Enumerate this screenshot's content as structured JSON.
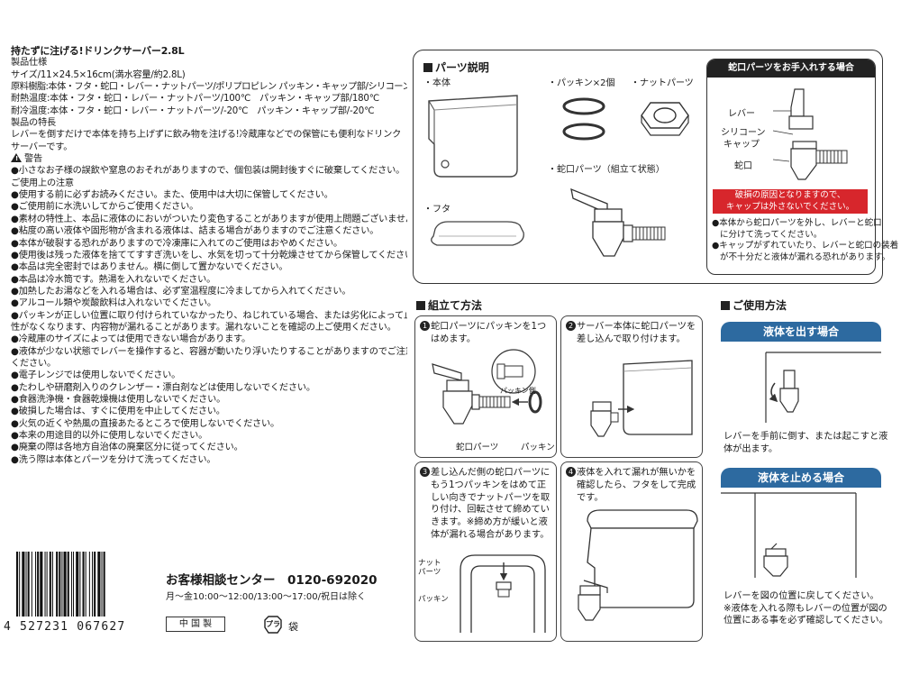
{
  "left": {
    "title": "持たずに注げる!ドリンクサーバー2.8L",
    "spec_head": "製品仕様",
    "size": "サイズ/11×24.5×16cm(満水容量/約2.8L)",
    "materials": "原料樹脂:本体・フタ・蛇口・レバー・ナットパーツ/ポリプロピレン パッキン・キャップ部/シリコーンゴム・ステンレス",
    "heat": "耐熱温度:本体・フタ・蛇口・レバー・ナットパーツ/100℃　パッキン・キャップ部/180℃",
    "cold": "耐冷温度:本体・フタ・蛇口・レバー・ナットパーツ/-20℃　パッキン・キャップ部/-20℃",
    "feature_head": "製品の特長",
    "feature_1": "レバーを倒すだけで本体を持ち上げずに飲み物を注げる!冷蔵庫などでの保管にも便利なドリンク",
    "feature_2": "サーバーです。",
    "warning_head": "警告",
    "warning_1": "●小さなお子様の誤飲や窒息のおそれがありますので、個包装は開封後すぐに破棄してください。",
    "caution_head": "ご使用上の注意",
    "notes": [
      "●使用する前に必ずお読みください。また、使用中は大切に保管してください。",
      "●ご使用前に水洗いしてからご使用ください。",
      "●素材の特性上、本品に液体のにおいがついたり変色することがありますが使用上問題ございません。",
      "●粘度の高い液体や固形物が含まれる液体は、詰まる場合がありますのでご注意ください。",
      "●本体が破裂する恐れがありますので冷凍庫に入れてのご使用はおやめください。",
      "●使用後は残った液体を捨ててすすぎ洗いをし、水気を切って十分乾燥させてから保管してください。",
      "●本品は完全密封ではありません。横に倒して置かないでください。",
      "●本品は冷水筒です。熱湯を入れないでください。",
      "●加熱したお湯などを入れる場合は、必ず室温程度に冷ましてから入れてください。",
      "●アルコール類や炭酸飲料は入れないでください。",
      "●パッキンが正しい位置に取り付けられていなかったり、ねじれている場合、または劣化によって止水",
      "性がなくなります、内容物が漏れることがあります。漏れないことを確認の上ご使用ください。",
      "●冷蔵庫のサイズによっては使用できない場合があります。",
      "●液体が少ない状態でレバーを操作すると、容器が動いたり浮いたりすることがありますのでご注意",
      "ください。",
      "●電子レンジでは使用しないでください。",
      "●たわしや研磨剤入りのクレンザー・漂白剤などは使用しないでください。",
      "●食器洗浄機・食器乾燥機は使用しないでください。",
      "●破損した場合は、すぐに使用を中止してください。",
      "●火気の近くや熱風の直接あたるところで使用しないでください。",
      "●本来の用途目的以外に使用しないでください。",
      "●廃棄の際は各地方自治体の廃棄区分に従ってください。",
      "●洗う際は本体とパーツを分けて洗ってください。"
    ]
  },
  "bottom": {
    "barcode_number": "4 527231 067627",
    "customer_center": "お客様相談センター　0120-692020",
    "hours": "月～金10:00～12:00/13:00～17:00/祝日は除く",
    "origin": "中 国 製",
    "recycle_mark": "プラ",
    "recycle_item": "袋"
  },
  "parts": {
    "head": "パーツ説明",
    "body": "・本体",
    "lid": "・フタ",
    "packing": "・パッキン×2個",
    "nut": "・ナットパーツ",
    "faucet": "・蛇口パーツ（組立て状態）"
  },
  "maintenance": {
    "title": "蛇口パーツをお手入れする場合",
    "lever": "レバー",
    "cap_1": "シリコーン",
    "cap_2": "キャップ",
    "faucet": "蛇口",
    "red_1": "破損の原因となりますので、",
    "red_2": "キャップは外さないでください。",
    "note_1a": "●本体から蛇口パーツを外し、レバーと蛇口",
    "note_1b": "に分けて洗ってください。",
    "note_2a": "●キャップがずれていたり、レバーと蛇口の装着",
    "note_2b": "が不十分だと液体が漏れる恐れがあります。"
  },
  "assembly": {
    "head": "組立て方法",
    "s1_num": "1",
    "s1_a": "蛇口パーツにパッキンを1つ",
    "s1_b": "はめます。",
    "s1_zoom": "パッキン側",
    "s1_faucet": "蛇口パーツ",
    "s1_packing": "パッキン",
    "s2_num": "2",
    "s2_a": "サーバー本体に蛇口パーツを",
    "s2_b": "差し込んで取り付けます。",
    "s3_num": "3",
    "s3_lines": [
      "差し込んだ側の蛇口パーツに",
      "もう1つパッキンをはめて正",
      "しい向きでナットパーツを取",
      "り付け、回転させて締めてい",
      "きます。※締め方が緩いと液",
      "体が漏れる場合があります。"
    ],
    "s3_nut_1": "ナット",
    "s3_nut_2": "パーツ",
    "s3_packing": "パッキン",
    "s4_num": "4",
    "s4_a": "液体を入れて漏れが無いかを",
    "s4_b": "確認したら、フタをして完成",
    "s4_c": "です。"
  },
  "usage": {
    "head": "ご使用方法",
    "pour_head": "液体を出す場合",
    "pour_1": "レバーを手前に倒す、または起こすと液",
    "pour_2": "体が出ます。",
    "stop_head": "液体を止める場合",
    "stop_1": "レバーを図の位置に戻してください。",
    "stop_2": "※液体を入れる際もレバーの位置が図の",
    "stop_3": "位置にある事を必ず確認してください。"
  }
}
